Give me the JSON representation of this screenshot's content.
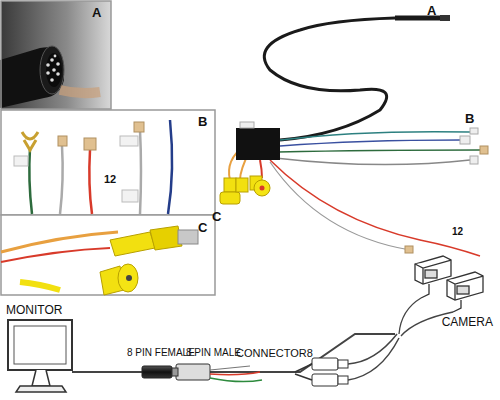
{
  "diagram": {
    "nodes": [
      {
        "text": [
          "MONITOR"
        ]
      },
      {
        "text": [
          "CAMERA"
        ]
      }
    ],
    "edges": [
      {
        "from": 0,
        "to": 1,
        "arrow": "none"
      }
    ],
    "labels": [
      "A",
      "B",
      "C",
      "A",
      "B",
      "C",
      "12",
      "12",
      "8 PIN FEMALE",
      "8 PIN MALE",
      "CONNECTOR8"
    ]
  }
}
